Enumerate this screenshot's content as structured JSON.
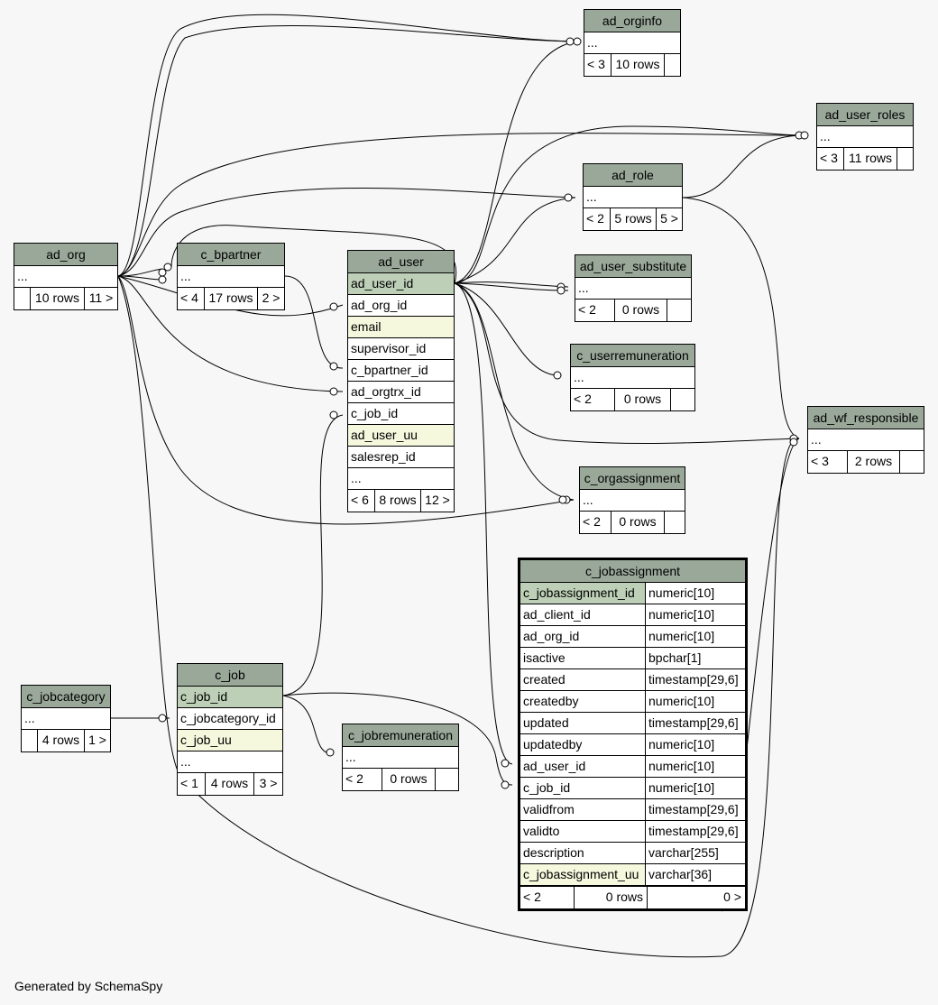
{
  "footer": "Generated by SchemaSpy",
  "tables": {
    "ad_orginfo": {
      "name": "ad_orginfo",
      "rows": [
        "..."
      ],
      "foot": [
        "< 3",
        "10 rows",
        ""
      ]
    },
    "ad_user_roles": {
      "name": "ad_user_roles",
      "rows": [
        "..."
      ],
      "foot": [
        "< 3",
        "11 rows",
        ""
      ]
    },
    "ad_role": {
      "name": "ad_role",
      "rows": [
        "..."
      ],
      "foot": [
        "< 2",
        "5 rows",
        "5 >"
      ]
    },
    "ad_user_substitute": {
      "name": "ad_user_substitute",
      "rows": [
        "..."
      ],
      "foot": [
        "< 2",
        "0 rows",
        ""
      ]
    },
    "c_userremuneration": {
      "name": "c_userremuneration",
      "rows": [
        "..."
      ],
      "foot": [
        "< 2",
        "0 rows",
        ""
      ]
    },
    "ad_wf_responsible": {
      "name": "ad_wf_responsible",
      "rows": [
        "..."
      ],
      "foot": [
        "< 3",
        "2 rows",
        ""
      ]
    },
    "c_orgassignment": {
      "name": "c_orgassignment",
      "rows": [
        "..."
      ],
      "foot": [
        "< 2",
        "0 rows",
        ""
      ]
    },
    "ad_org": {
      "name": "ad_org",
      "rows": [
        "..."
      ],
      "foot": [
        "",
        "10 rows",
        "11 >"
      ]
    },
    "c_bpartner": {
      "name": "c_bpartner",
      "rows": [
        "..."
      ],
      "foot": [
        "< 4",
        "17 rows",
        "2 >"
      ]
    },
    "ad_user": {
      "name": "ad_user",
      "rows": [
        "ad_user_id",
        "ad_org_id",
        "email",
        "supervisor_id",
        "c_bpartner_id",
        "ad_orgtrx_id",
        "c_job_id",
        "ad_user_uu",
        "salesrep_id",
        "..."
      ],
      "foot": [
        "< 6",
        "8 rows",
        "12 >"
      ]
    },
    "c_jobcategory": {
      "name": "c_jobcategory",
      "rows": [
        "..."
      ],
      "foot": [
        "",
        "4 rows",
        "1 >"
      ]
    },
    "c_job": {
      "name": "c_job",
      "rows": [
        "c_job_id",
        "c_jobcategory_id",
        "c_job_uu",
        "..."
      ],
      "foot": [
        "< 1",
        "4 rows",
        "3 >"
      ]
    },
    "c_jobremuneration": {
      "name": "c_jobremuneration",
      "rows": [
        "..."
      ],
      "foot": [
        "< 2",
        "0 rows",
        ""
      ]
    },
    "c_jobassignment": {
      "name": "c_jobassignment",
      "columns": [
        [
          "c_jobassignment_id",
          "numeric[10]"
        ],
        [
          "ad_client_id",
          "numeric[10]"
        ],
        [
          "ad_org_id",
          "numeric[10]"
        ],
        [
          "isactive",
          "bpchar[1]"
        ],
        [
          "created",
          "timestamp[29,6]"
        ],
        [
          "createdby",
          "numeric[10]"
        ],
        [
          "updated",
          "timestamp[29,6]"
        ],
        [
          "updatedby",
          "numeric[10]"
        ],
        [
          "ad_user_id",
          "numeric[10]"
        ],
        [
          "c_job_id",
          "numeric[10]"
        ],
        [
          "validfrom",
          "timestamp[29,6]"
        ],
        [
          "validto",
          "timestamp[29,6]"
        ],
        [
          "description",
          "varchar[255]"
        ],
        [
          "c_jobassignment_uu",
          "varchar[36]"
        ]
      ],
      "foot": [
        "< 2",
        "0 rows",
        "0 >"
      ]
    }
  }
}
